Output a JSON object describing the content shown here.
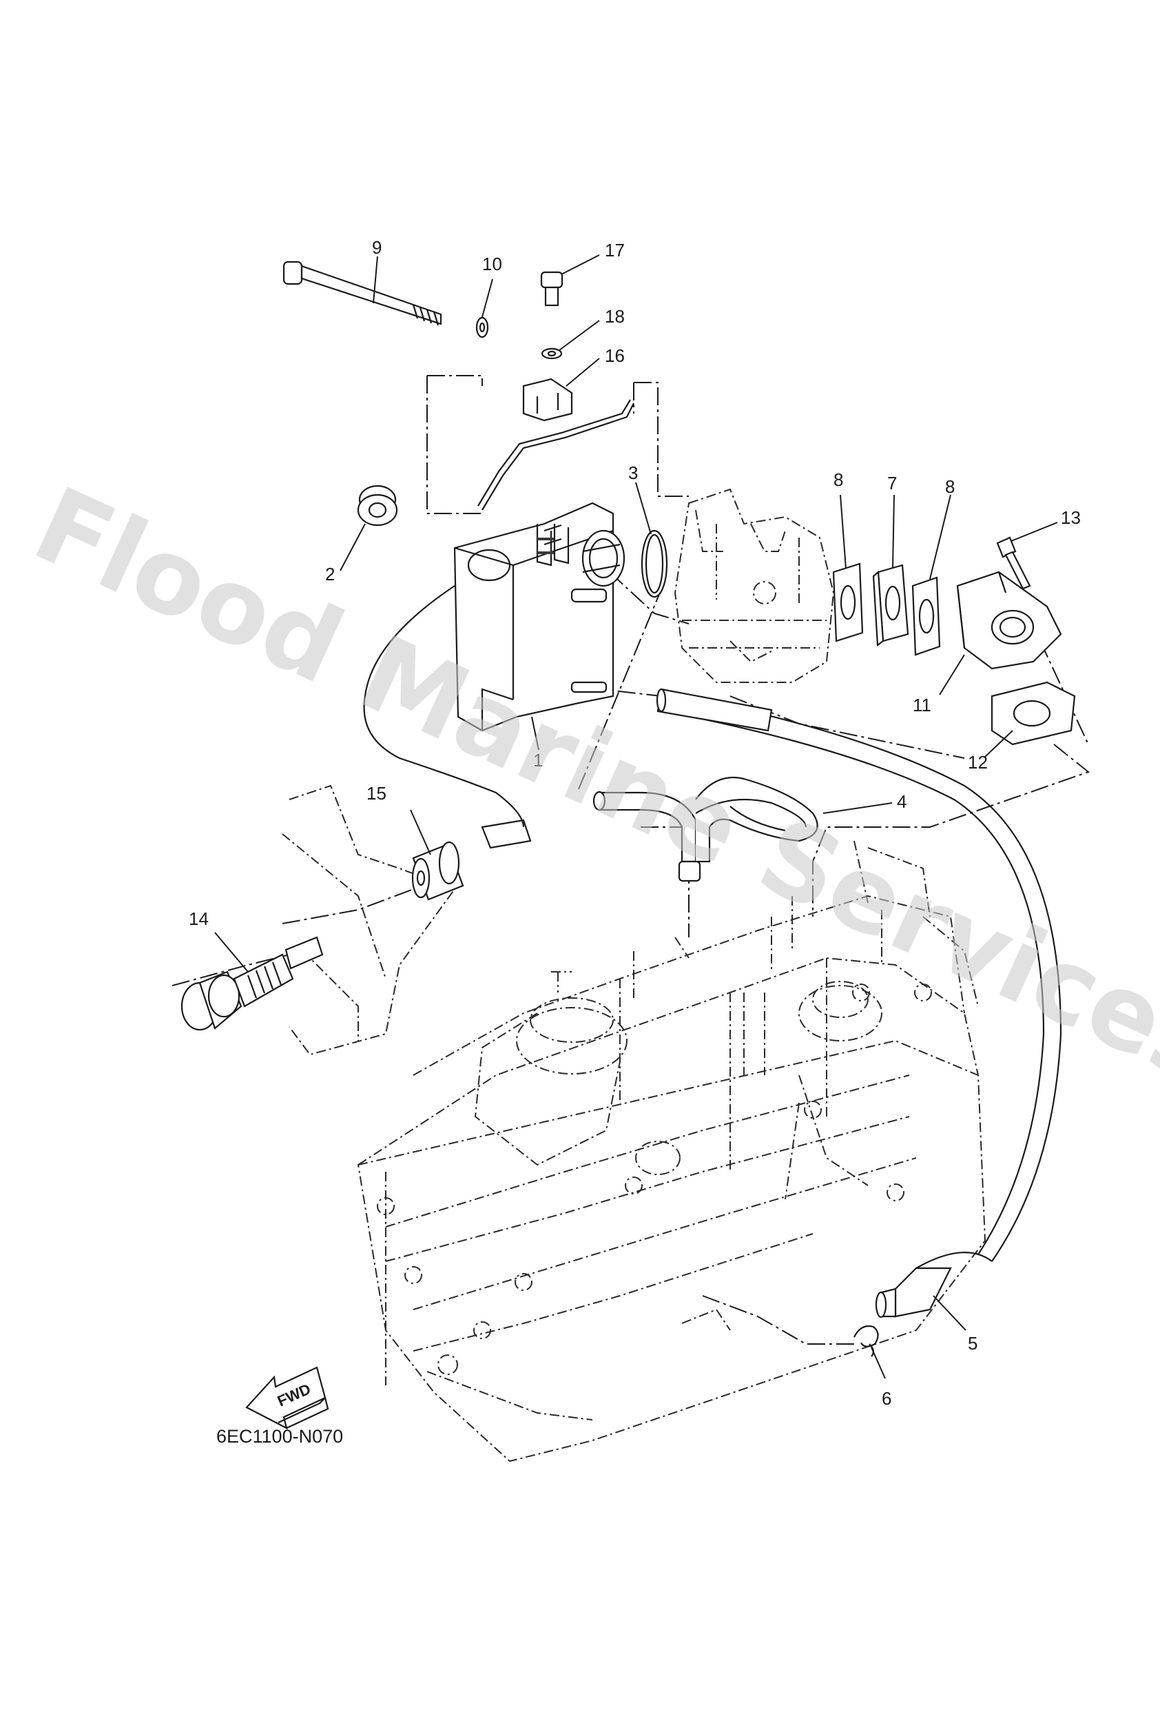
{
  "diagram": {
    "drawing_code": "6EC1100-N070",
    "forward_label": "FWD",
    "watermark": "Flood Marine Services",
    "callouts": [
      "1",
      "2",
      "3",
      "4",
      "5",
      "6",
      "7",
      "8",
      "9",
      "10",
      "11",
      "12",
      "13",
      "14",
      "15",
      "16",
      "17",
      "18"
    ]
  },
  "colors": {
    "line": "#1a1a1a",
    "watermark": "#c8c8c8",
    "background": "#ffffff"
  }
}
